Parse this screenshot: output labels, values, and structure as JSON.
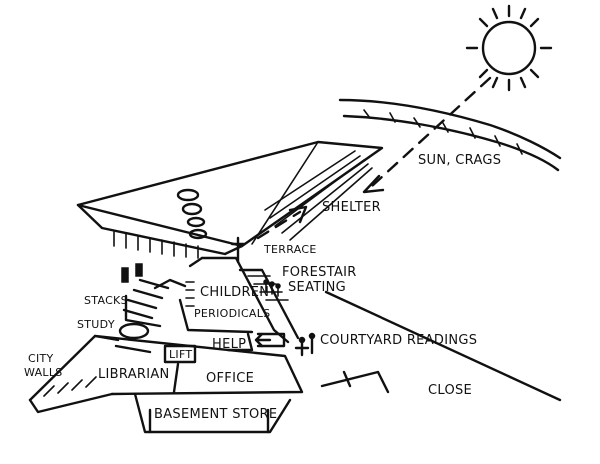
{
  "labels": {
    "sun_crags": "SUN, CRAGS",
    "shelter": "SHELTER",
    "terrace": "TERRACE",
    "forestair_seating_1": "FORESTAIR",
    "forestair_seating_2": "SEATING",
    "stacks": "STACKS",
    "children": "CHILDREN",
    "periodicals": "PERIODICALS",
    "study": "STUDY",
    "city_walls_1": "CITY",
    "city_walls_2": "WALLS",
    "lift": "LIFT",
    "help": "HELP",
    "courtyard_readings": "COURTYARD READINGS",
    "librarian": "LIBRARIAN",
    "office": "OFFICE",
    "close": "CLOSE",
    "basement_store": "BASEMENT STORE"
  }
}
